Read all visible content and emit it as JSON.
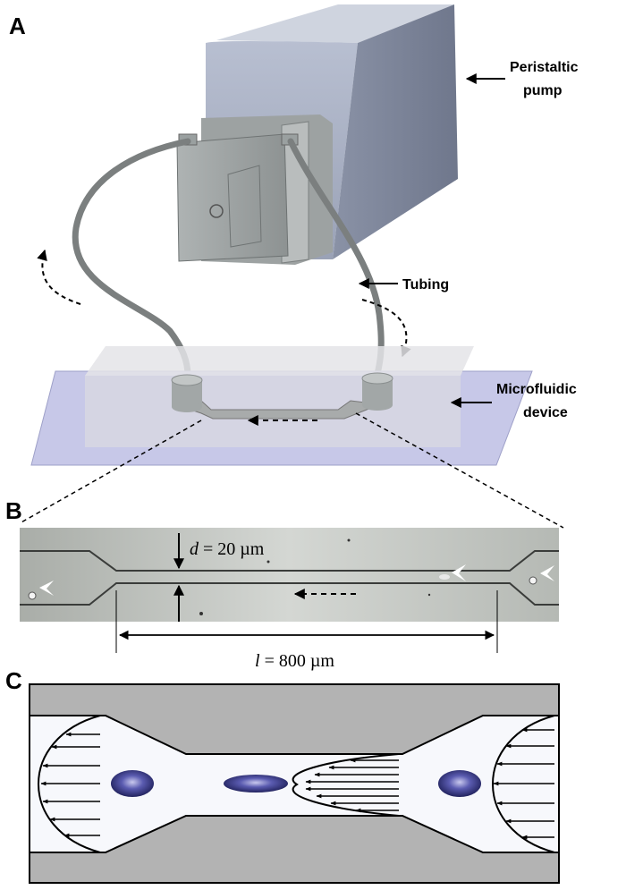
{
  "panels": {
    "a": {
      "letter": "A",
      "labels": {
        "pump_line1": "Peristaltic",
        "pump_line2": "pump",
        "tubing": "Tubing",
        "device_line1": "Microfluidic",
        "device_line2": "device"
      }
    },
    "b": {
      "letter": "B",
      "width_symbol": "d",
      "width_value": " = 20 µm",
      "length_symbol": "l",
      "length_value": " = 800 µm"
    },
    "c": {
      "letter": "C"
    }
  },
  "colors": {
    "pump_body": "#a8b0c4",
    "device_glass": "#c7c8e8",
    "channel_gray": "#b3b3b3",
    "cell": "#2e2f7a",
    "micrograph": "#c9ccc8"
  }
}
